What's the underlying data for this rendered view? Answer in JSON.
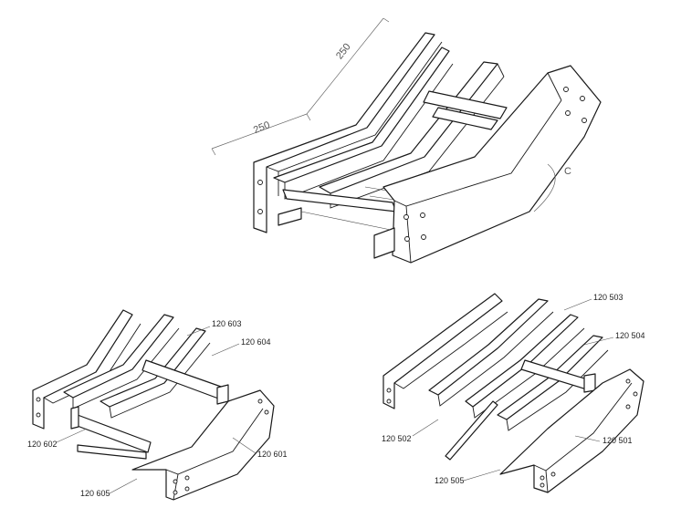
{
  "top_diagram": {
    "dimension_a": "250",
    "dimension_b": "250",
    "angle_label": "C"
  },
  "left_diagram": {
    "labels": [
      "120 603",
      "120 604",
      "120 602",
      "120 601",
      "120 605"
    ]
  },
  "right_diagram": {
    "labels": [
      "120 503",
      "120 504",
      "120 502",
      "120 501",
      "120 505"
    ]
  }
}
